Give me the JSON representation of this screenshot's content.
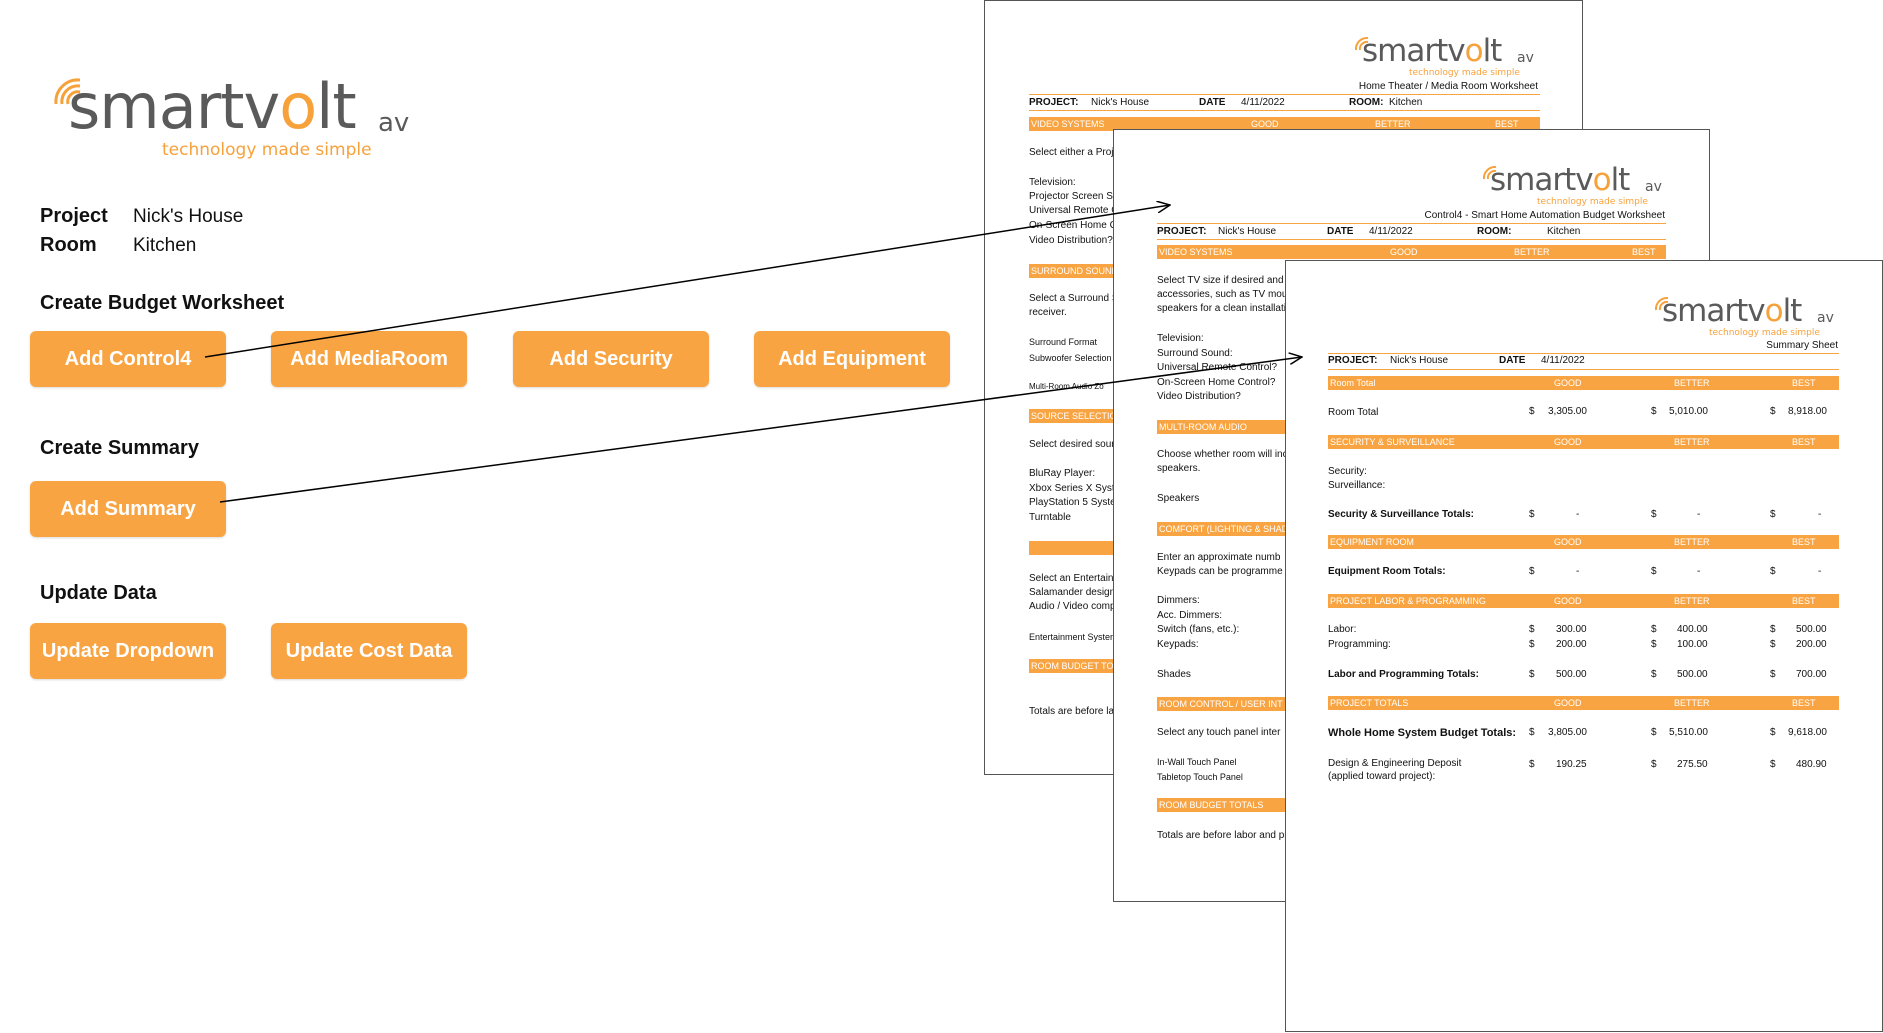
{
  "logo": {
    "brand_prefix": "smartv",
    "brand_o": "o",
    "brand_suffix": "lt",
    "brand_av": "av",
    "tagline": "technology made simple"
  },
  "project": {
    "project_label": "Project",
    "project_value": "Nick's House",
    "room_label": "Room",
    "room_value": "Kitchen"
  },
  "sections": {
    "budget": "Create Budget Worksheet",
    "summary": "Create Summary",
    "update": "Update Data"
  },
  "buttons": {
    "control4": "Add Control4",
    "mediaroom": "Add MediaRoom",
    "security": "Add Security",
    "equipment": "Add Equipment",
    "summary": "Add Summary",
    "update_dropdown": "Update Dropdown",
    "update_cost": "Update Cost Data"
  },
  "header_fields": {
    "project": "PROJECT:",
    "date": "DATE",
    "room": "ROOM:",
    "project_value": "Nick's House",
    "date_value": "4/11/2022",
    "room_value": "Kitchen"
  },
  "tiers": {
    "good": "GOOD",
    "better": "BETTER",
    "best": "BEST"
  },
  "sheet_media": {
    "title": "Home Theater / Media Room Worksheet",
    "bar_video": "VIDEO SYSTEMS",
    "text_select": "Select either a Proje",
    "lines_tv": [
      "Television:",
      "Projector Screen Siz",
      "Universal Remote Co",
      "On-Screen Home Co",
      "Video Distribution?"
    ],
    "bar_surround": "SURROUND SOUND",
    "text_surround": [
      "Select a Surround S",
      "receiver."
    ],
    "lines_surround": [
      "Surround Format",
      "Subwoofer Selection"
    ],
    "line_multiroom": "Multi-Room Audio Zo",
    "bar_source": "SOURCE SELECTIO",
    "text_source": "Select desired sourc",
    "lines_source": [
      "BluRay Player:",
      "Xbox Series X Syste",
      "PlayStation 5 Syster",
      "Turntable"
    ],
    "text_ent": [
      "Select an Entertainm",
      "Salamander designs",
      "Audio / Video compo"
    ],
    "line_ent": "Entertainment Syster",
    "bar_room": "ROOM BUDGET TOT",
    "text_totals": "Totals are before lab"
  },
  "sheet_c4": {
    "title": "Control4 - Smart Home Automation Budget Worksheet",
    "bar_video": "VIDEO SYSTEMS",
    "text_select": [
      "Select TV size if desired and su",
      "accessories, such as TV mount",
      "speakers for a clean installatio"
    ],
    "lines_tv": [
      "Television:",
      "Surround Sound:",
      "Universal Remote Control?",
      "On-Screen Home Control?",
      "Video Distribution?"
    ],
    "bar_audio": "MULTI-ROOM AUDIO",
    "text_audio": [
      "Choose whether room will inclu",
      "speakers."
    ],
    "line_speakers": "Speakers",
    "bar_comfort": "COMFORT (LIGHTING & SHAD",
    "text_comfort": [
      "Enter an approximate numb",
      "Keypads can be programme"
    ],
    "lines_comfort": [
      "Dimmers:",
      "Acc. Dimmers:",
      "Switch (fans, etc.):",
      "Keypads:"
    ],
    "line_shades": "Shades",
    "bar_control": "ROOM CONTROL / USER INT",
    "text_control": "Select any touch panel inter",
    "lines_control": [
      "In-Wall Touch Panel",
      "Tabletop Touch Panel"
    ],
    "bar_room": "ROOM BUDGET TOTALS",
    "text_totals": "Totals are before labor and pro"
  },
  "sheet_summary": {
    "title": "Summary Sheet",
    "bar_room": "Room Total",
    "row_room": {
      "label": "Room Total",
      "cur": "$",
      "good": "3,305.00",
      "better": "5,010.00",
      "best": "8,918.00"
    },
    "bar_security": "SECURITY & SURVEILLANCE",
    "lines_security": [
      "Security:",
      "Surveillance:"
    ],
    "row_security": {
      "label": "Security & Surveillance Totals:",
      "cur": "$",
      "good": "-",
      "better": "-",
      "best": "-"
    },
    "bar_equipment": "EQUIPMENT ROOM",
    "row_equipment": {
      "label": "Equipment Room Totals:",
      "cur": "$",
      "good": "-",
      "better": "-",
      "best": "-"
    },
    "bar_labor": "PROJECT LABOR & PROGRAMMING",
    "row_labor": {
      "label": "Labor:",
      "cur": "$",
      "good": "300.00",
      "better": "400.00",
      "best": "500.00"
    },
    "row_programming": {
      "label": "Programming:",
      "cur": "$",
      "good": "200.00",
      "better": "100.00",
      "best": "200.00"
    },
    "row_labor_totals": {
      "label": "Labor and Programming Totals:",
      "cur": "$",
      "good": "500.00",
      "better": "500.00",
      "best": "700.00"
    },
    "bar_project": "PROJECT TOTALS",
    "row_whole": {
      "label": "Whole Home System Budget Totals:",
      "cur": "$",
      "good": "3,805.00",
      "better": "5,510.00",
      "best": "9,618.00"
    },
    "row_deposit": {
      "label": "Design & Engineering Deposit",
      "label2": "(applied toward project):",
      "cur": "$",
      "good": "190.25",
      "better": "275.50",
      "best": "480.90"
    }
  }
}
